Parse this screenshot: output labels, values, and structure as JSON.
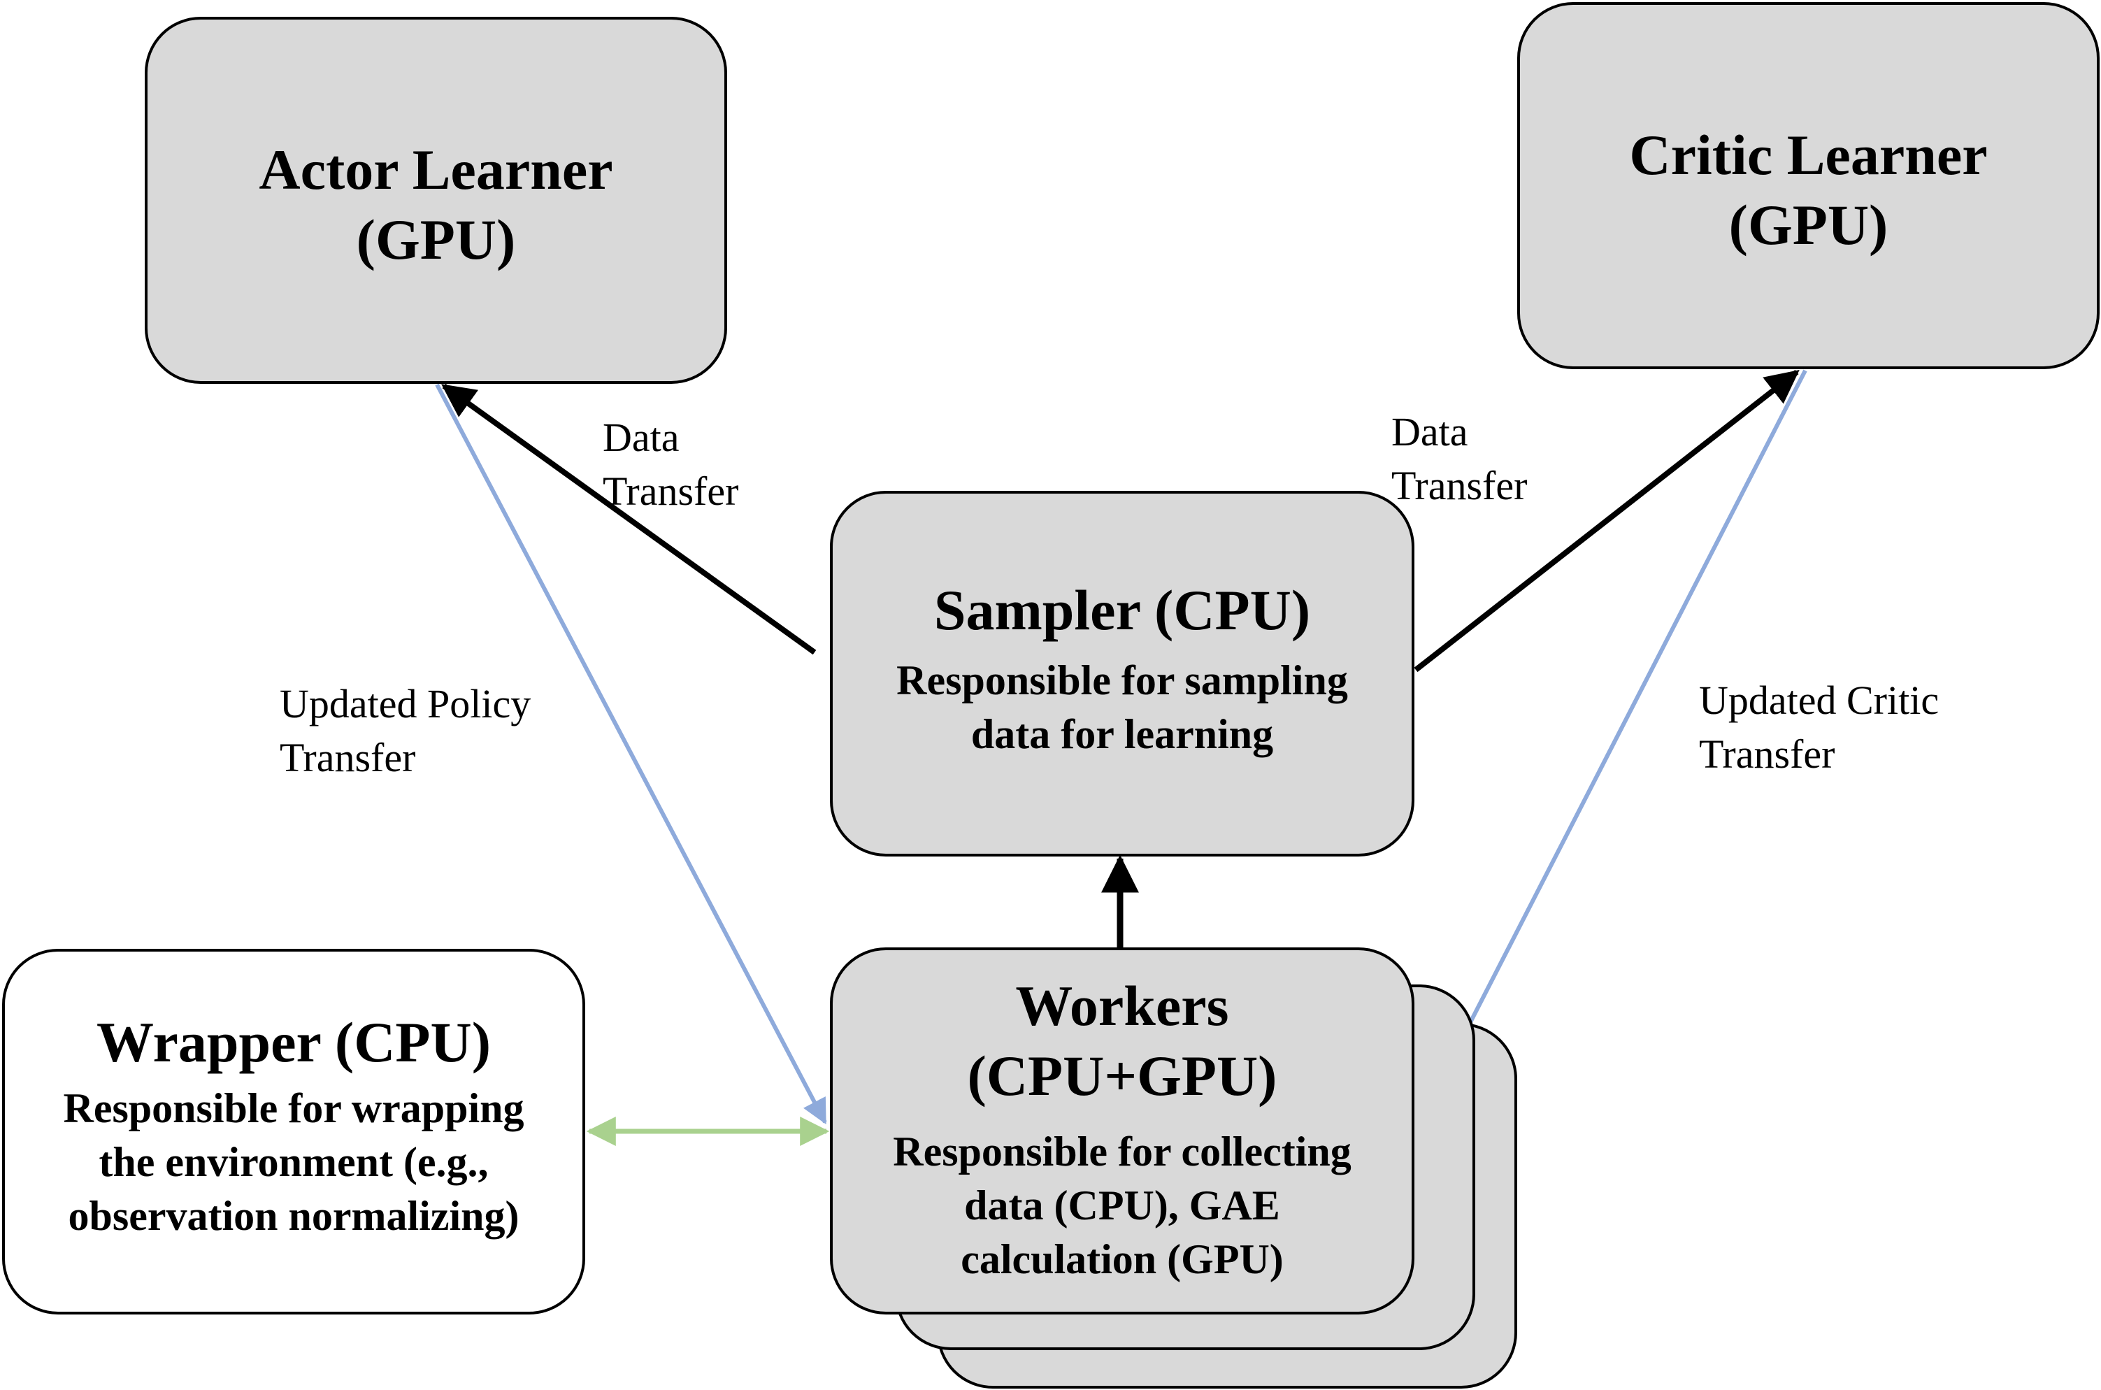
{
  "nodes": {
    "actor_learner": {
      "title_lines": [
        "Actor Learner",
        "(GPU)"
      ]
    },
    "critic_learner": {
      "title_lines": [
        "Critic Learner",
        "(GPU)"
      ]
    },
    "sampler": {
      "title_lines": [
        "Sampler (CPU)"
      ],
      "desc_lines": [
        "Responsible for sampling",
        "data for learning"
      ]
    },
    "workers": {
      "title_lines": [
        "Workers",
        "(CPU+GPU)"
      ],
      "desc_lines": [
        "Responsible for collecting",
        "data (CPU), GAE",
        "calculation (GPU)"
      ]
    },
    "wrapper": {
      "title_lines": [
        "Wrapper (CPU)"
      ],
      "desc_lines": [
        "Responsible for wrapping",
        "the environment (e.g.,",
        "observation normalizing)"
      ]
    }
  },
  "edge_labels": {
    "data_transfer_left": [
      "Data",
      "Transfer"
    ],
    "data_transfer_right": [
      "Data",
      "Transfer"
    ],
    "updated_policy": [
      "Updated Policy",
      "Transfer"
    ],
    "updated_critic": [
      "Updated Critic",
      "Transfer"
    ]
  },
  "colors": {
    "node_fill": "#d9d9d9",
    "policy_arrow": "#8eaadb",
    "critic_arrow": "#8eaadb",
    "wrapper_arrow": "#a9d18e",
    "data_arrow": "#000000"
  }
}
